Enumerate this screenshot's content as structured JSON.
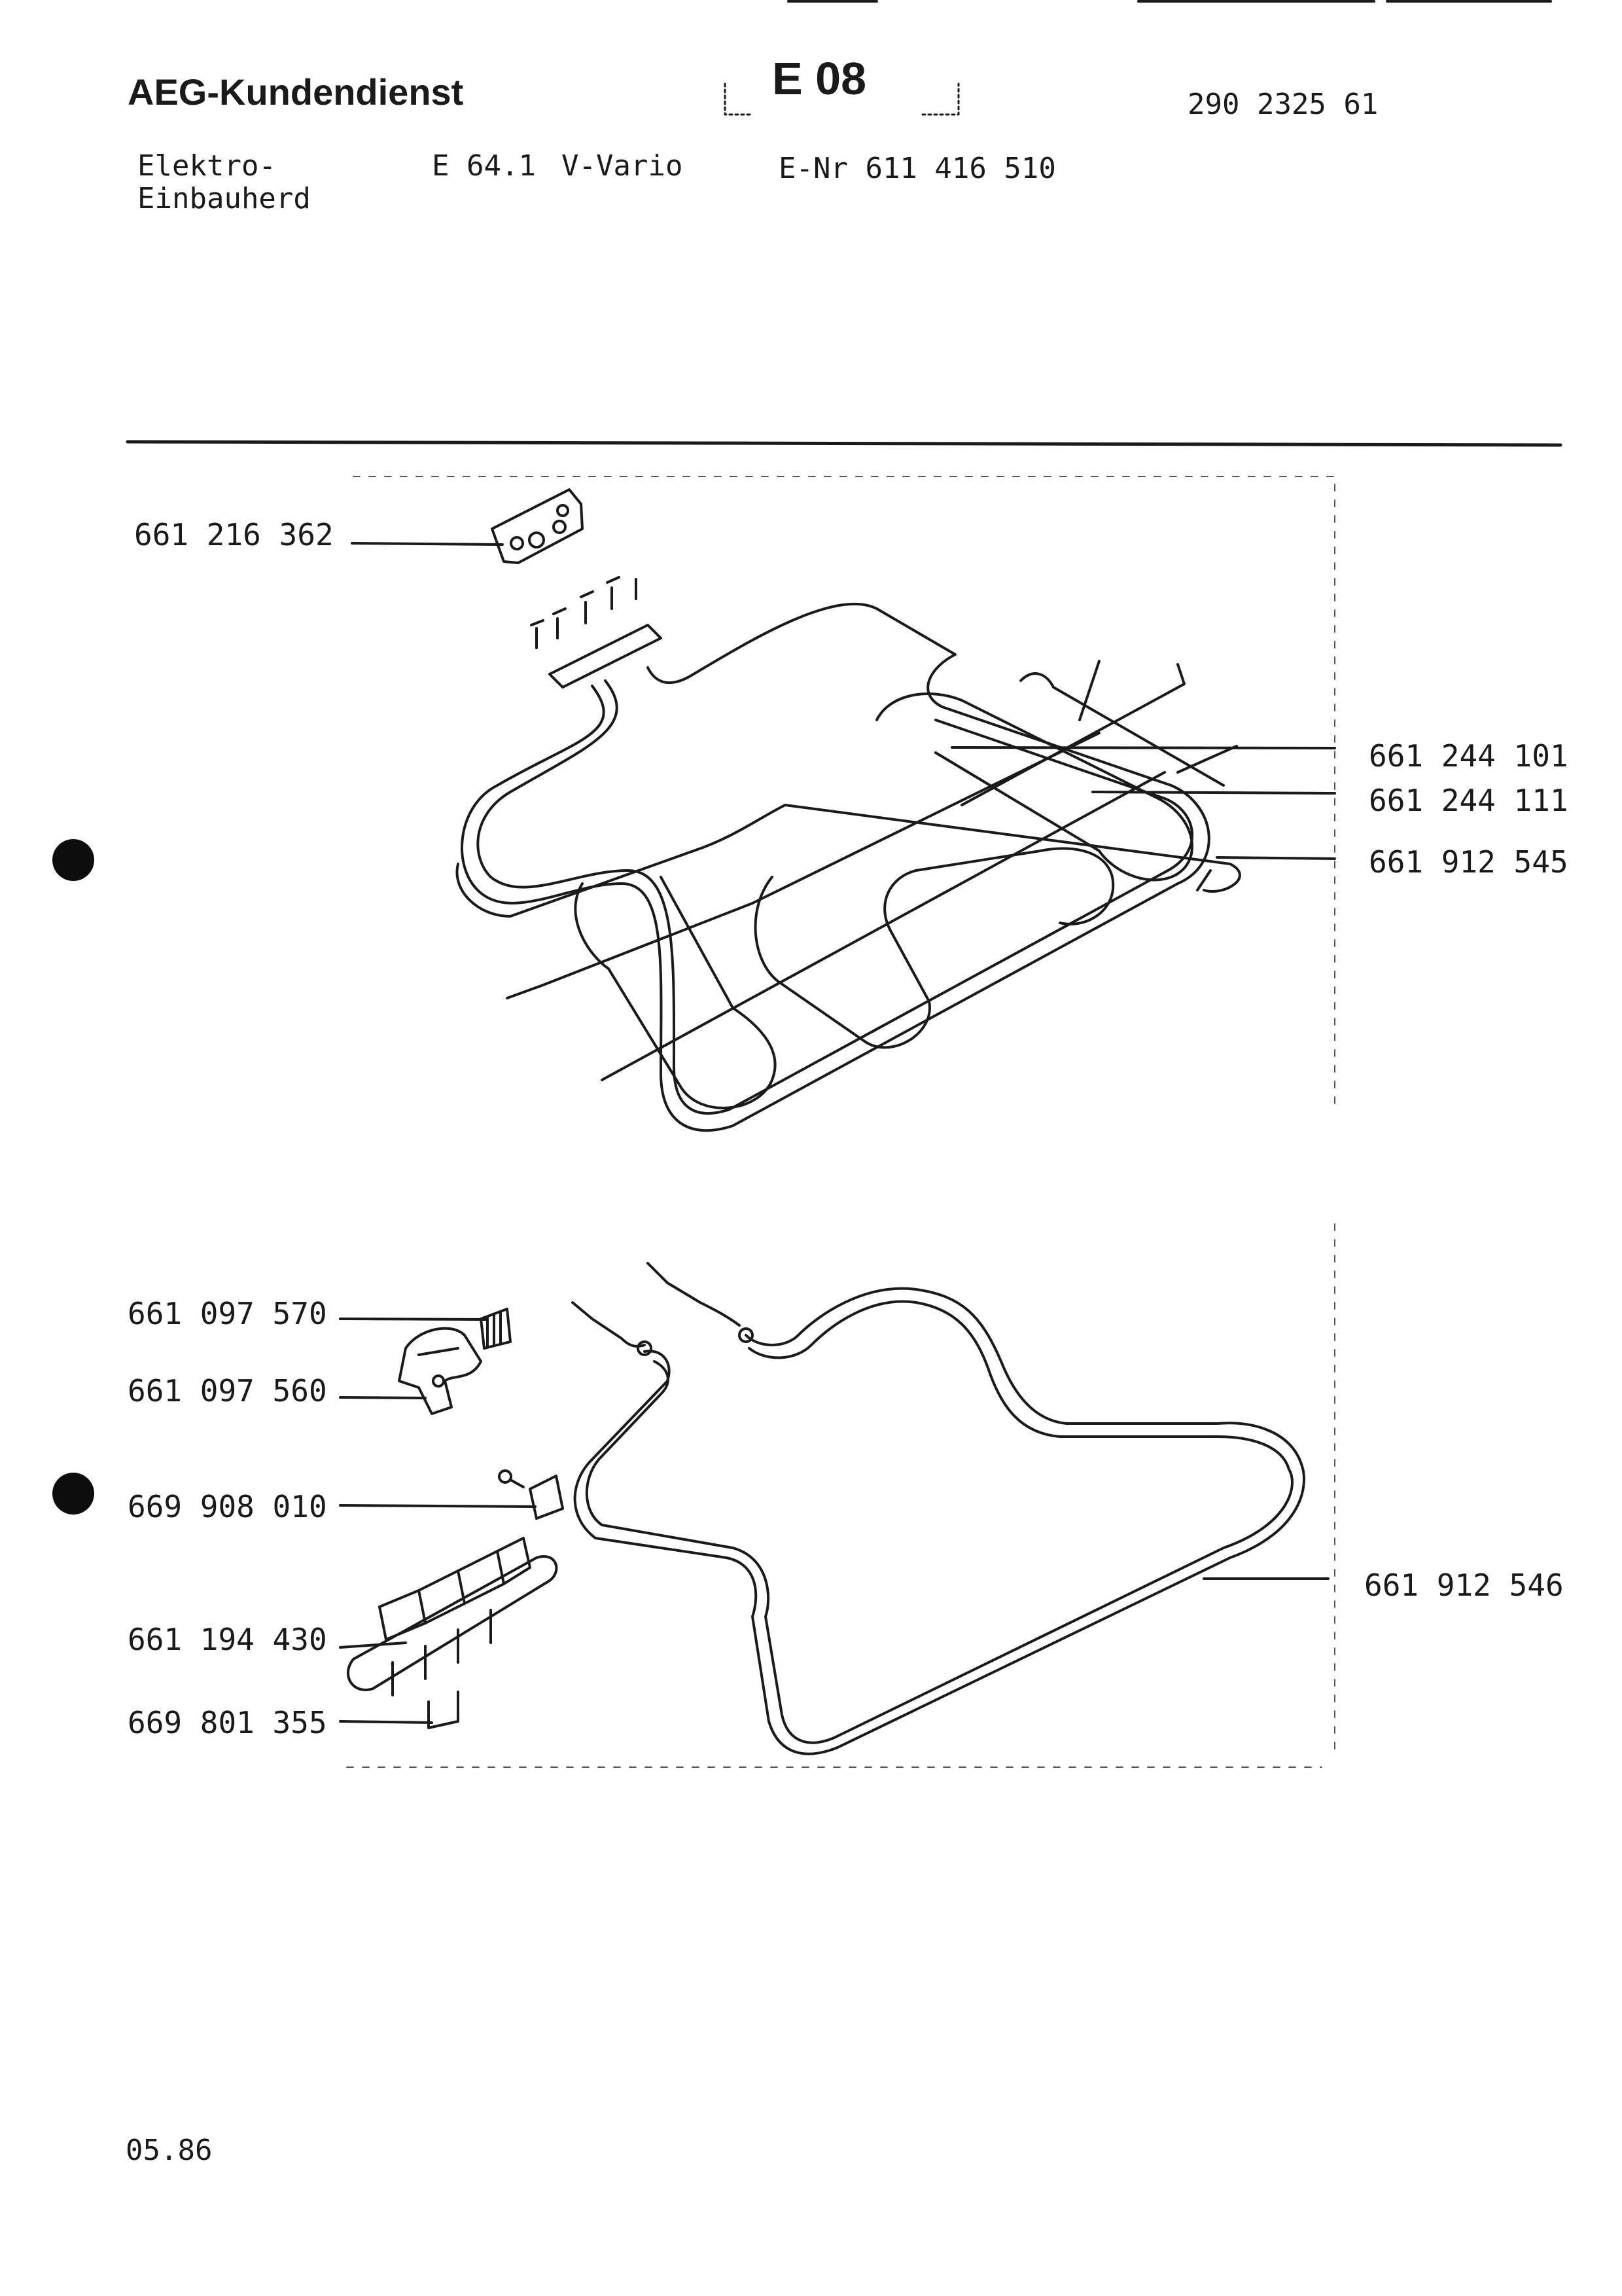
{
  "header": {
    "brand": "AEG-Kundendienst",
    "section_code": "E 08",
    "document_number": "290 2325 61",
    "product_line1": "Elektro-",
    "product_line2": "Einbauherd",
    "model": "E 64.1",
    "variant": "V-Vario",
    "enr": "E-Nr 611 416 510"
  },
  "parts_top": [
    {
      "part_no": "661 216 362"
    },
    {
      "part_no": "661 244 101"
    },
    {
      "part_no": "661 244 111"
    },
    {
      "part_no": "661 912 545"
    }
  ],
  "parts_bottom": [
    {
      "part_no": "661 097 570"
    },
    {
      "part_no": "661 097 560"
    },
    {
      "part_no": "669 908 010"
    },
    {
      "part_no": "661 194 430"
    },
    {
      "part_no": "669 801 355"
    },
    {
      "part_no": "661 912 546"
    }
  ],
  "footer": {
    "date": "05.86"
  }
}
